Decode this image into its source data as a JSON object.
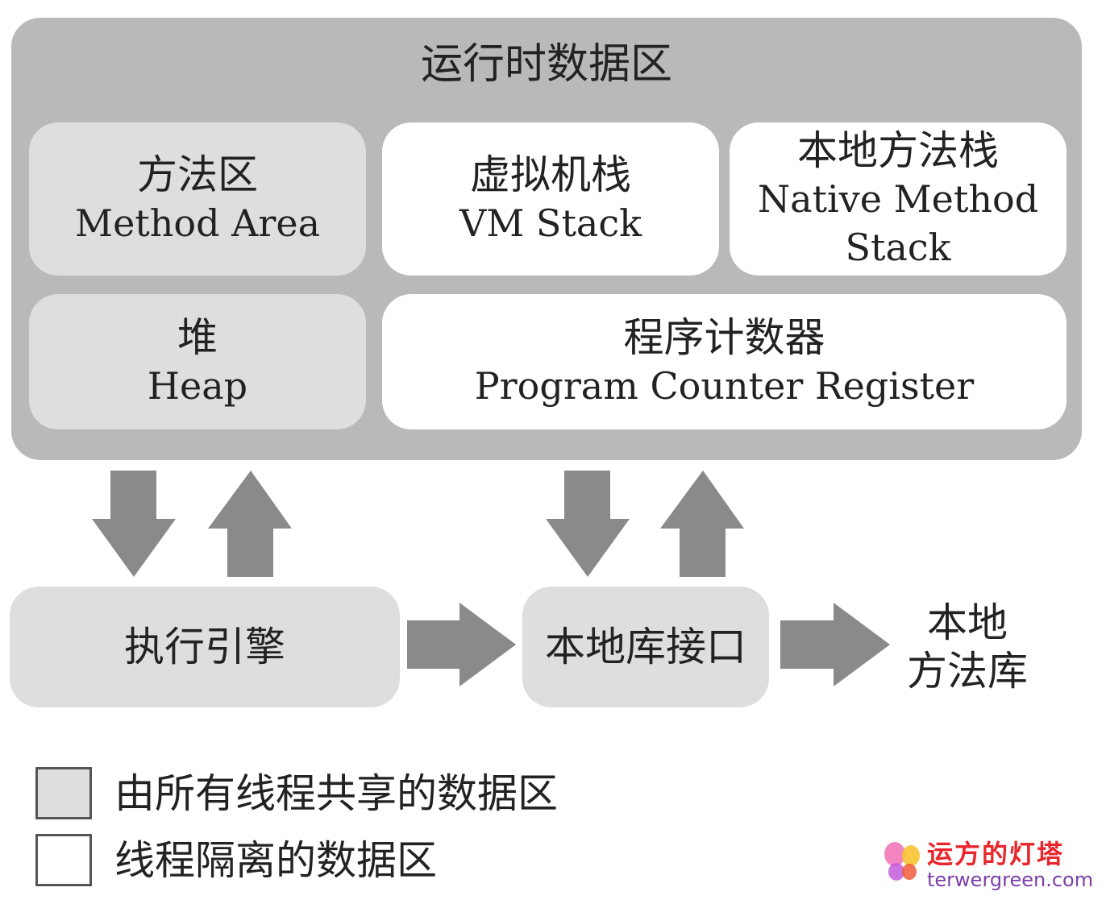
{
  "runtime": {
    "title": "运行时数据区"
  },
  "method_area": {
    "zh": "方法区",
    "en": "Method Area"
  },
  "vm_stack": {
    "zh": "虚拟机栈",
    "en": "VM Stack"
  },
  "native_method_stack": {
    "zh": "本地方法栈",
    "en_line1": "Native Method",
    "en_line2": "Stack"
  },
  "heap": {
    "zh": "堆",
    "en": "Heap"
  },
  "program_counter": {
    "zh": "程序计数器",
    "en": "Program Counter Register"
  },
  "execution_engine": {
    "label": "执行引擎"
  },
  "native_interface": {
    "label": "本地库接口"
  },
  "native_library": {
    "line1": "本地",
    "line2": "方法库"
  },
  "legend": {
    "shared": "由所有线程共享的数据区",
    "isolated": "线程隔离的数据区"
  },
  "watermark": {
    "cn": "运方的灯塔",
    "url": "terwergreen.com"
  },
  "colors": {
    "runtime_bg": "#b9b9b9",
    "shared_bg": "#dedede",
    "isolated_bg": "#ffffff",
    "arrow": "#8a8a8a"
  }
}
